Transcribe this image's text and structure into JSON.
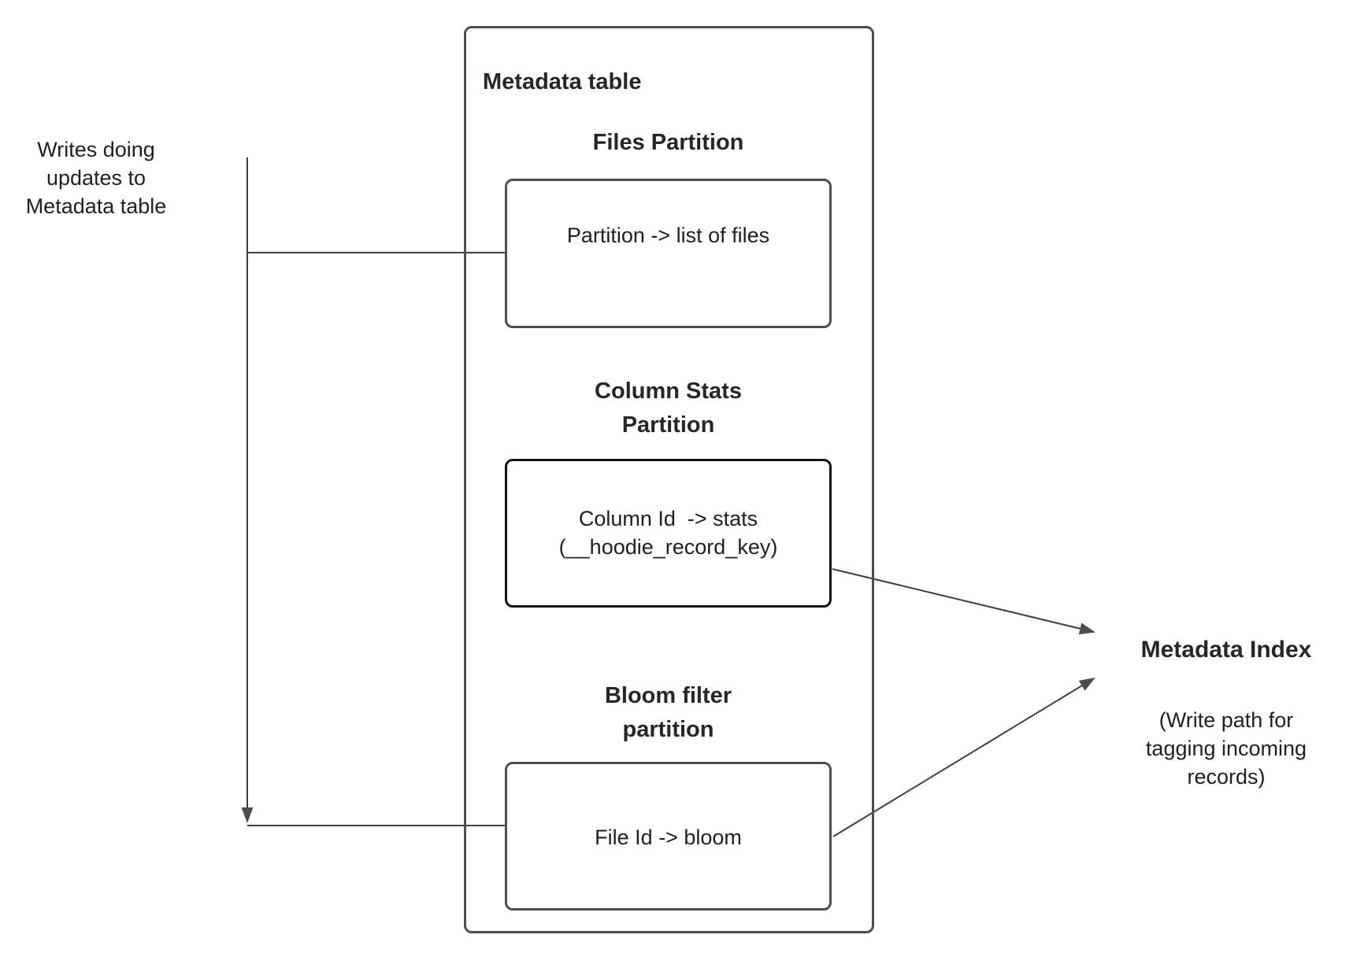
{
  "left_label": {
    "lines": [
      "Writes doing",
      "updates to",
      "Metadata table"
    ]
  },
  "metadata_table": {
    "title": "Metadata table",
    "partitions": [
      {
        "heading_lines": [
          "Files Partition"
        ],
        "box_lines": [
          "Partition -> list of files"
        ]
      },
      {
        "heading_lines": [
          "Column Stats",
          "Partition"
        ],
        "box_lines": [
          "Column Id  -> stats",
          "(__hoodie_record_key)"
        ]
      },
      {
        "heading_lines": [
          "Bloom filter",
          "partition"
        ],
        "box_lines": [
          "File Id -> bloom"
        ]
      }
    ]
  },
  "metadata_index": {
    "title": "Metadata Index",
    "subtitle_lines": [
      "(Write path for",
      "tagging incoming",
      "records)"
    ]
  },
  "colors": {
    "background": "#ffffff",
    "box_border": "#4e4e4e",
    "stats_box_border": "#141414",
    "connector_stroke": "#3e3e3e",
    "arrowhead_fill": "#4d4d4d",
    "text": "#1f1f1f"
  }
}
